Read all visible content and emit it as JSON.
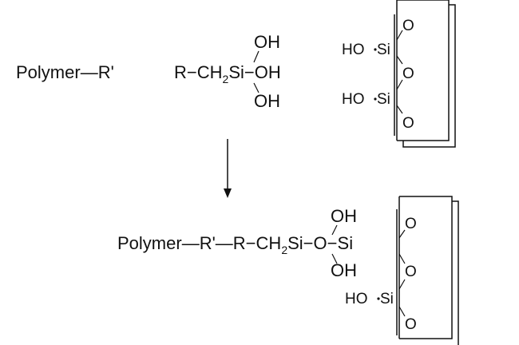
{
  "reactants": {
    "polymer": {
      "name": "Polymer",
      "bond": "—",
      "group": "R'"
    },
    "silanol": {
      "chain": "R−CH",
      "subscript": "2",
      "atom": "Si",
      "hydroxyl_top": "OH",
      "hydroxyl_right": "−OH",
      "hydroxyl_bottom": "OH"
    },
    "surface": {
      "hydroxyl_upper": "HO",
      "si_upper": "Si",
      "o_top": "O",
      "o_middle": "O",
      "hydroxyl_lower": "HO",
      "si_lower": "Si",
      "o_bottom": "O"
    }
  },
  "product": {
    "chain": {
      "polymer": "Polymer",
      "bond1": "—",
      "group1": "R'",
      "bond2": "—",
      "group2": "R",
      "bond3": "−",
      "ch": "CH",
      "subscript": "2",
      "si": "Si",
      "bond4": "−",
      "o": "O",
      "bond5": "−",
      "si_surface": "Si"
    },
    "hydroxyl_top": "OH",
    "hydroxyl_bottom": "OH",
    "surface": {
      "o_top": "O",
      "o_middle": "O",
      "hydroxyl_lower": "HO",
      "si_lower": "Si",
      "o_bottom": "O"
    }
  },
  "colors": {
    "ink": "#111111",
    "background": "#ffffff"
  }
}
